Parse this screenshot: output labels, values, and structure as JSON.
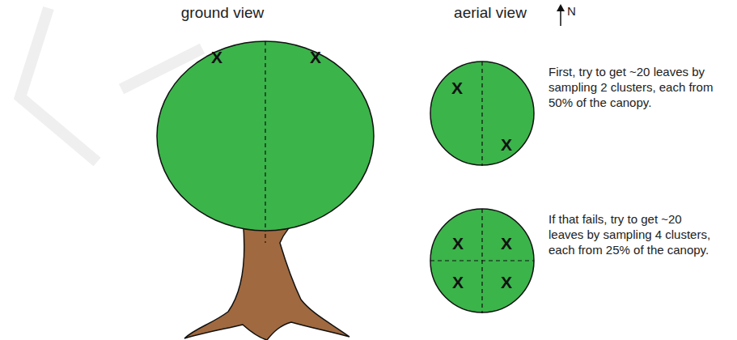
{
  "diagram": {
    "nodes": [
      {
        "text": [
          "X",
          "X"
        ]
      },
      {
        "text": [
          "X",
          "X"
        ]
      },
      {
        "text": [
          "X",
          "X",
          "X",
          "X"
        ]
      }
    ],
    "labels": [
      "ground view",
      "aerial view",
      "N",
      "First, try to get ~20 leaves by sampling 2 clusters, each from 50% of the canopy.",
      "If that fails, try to get ~20 leaves by sampling 4 clusters, each from 25% of the canopy."
    ]
  }
}
